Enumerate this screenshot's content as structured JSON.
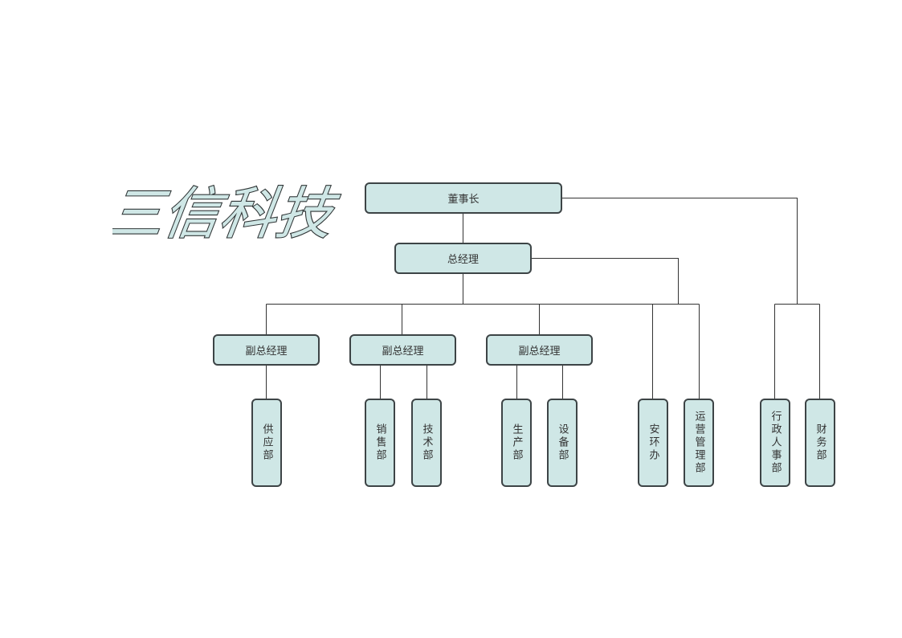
{
  "logo": {
    "text": "三信科技"
  },
  "colors": {
    "box_fill": "#cfe7e6",
    "box_border": "#3d4446",
    "line": "#333333"
  },
  "org": {
    "chairman": "董事长",
    "general_manager": "总经理",
    "vp_1": "副总经理",
    "vp_2": "副总经理",
    "vp_3": "副总经理",
    "dept_supply": "供应部",
    "dept_sales": "销售部",
    "dept_tech": "技术部",
    "dept_production": "生产部",
    "dept_equipment": "设备部",
    "dept_safety_env": "安环办",
    "dept_operations": "运营管理部",
    "dept_admin_hr": "行政人事部",
    "dept_finance": "财务部"
  }
}
